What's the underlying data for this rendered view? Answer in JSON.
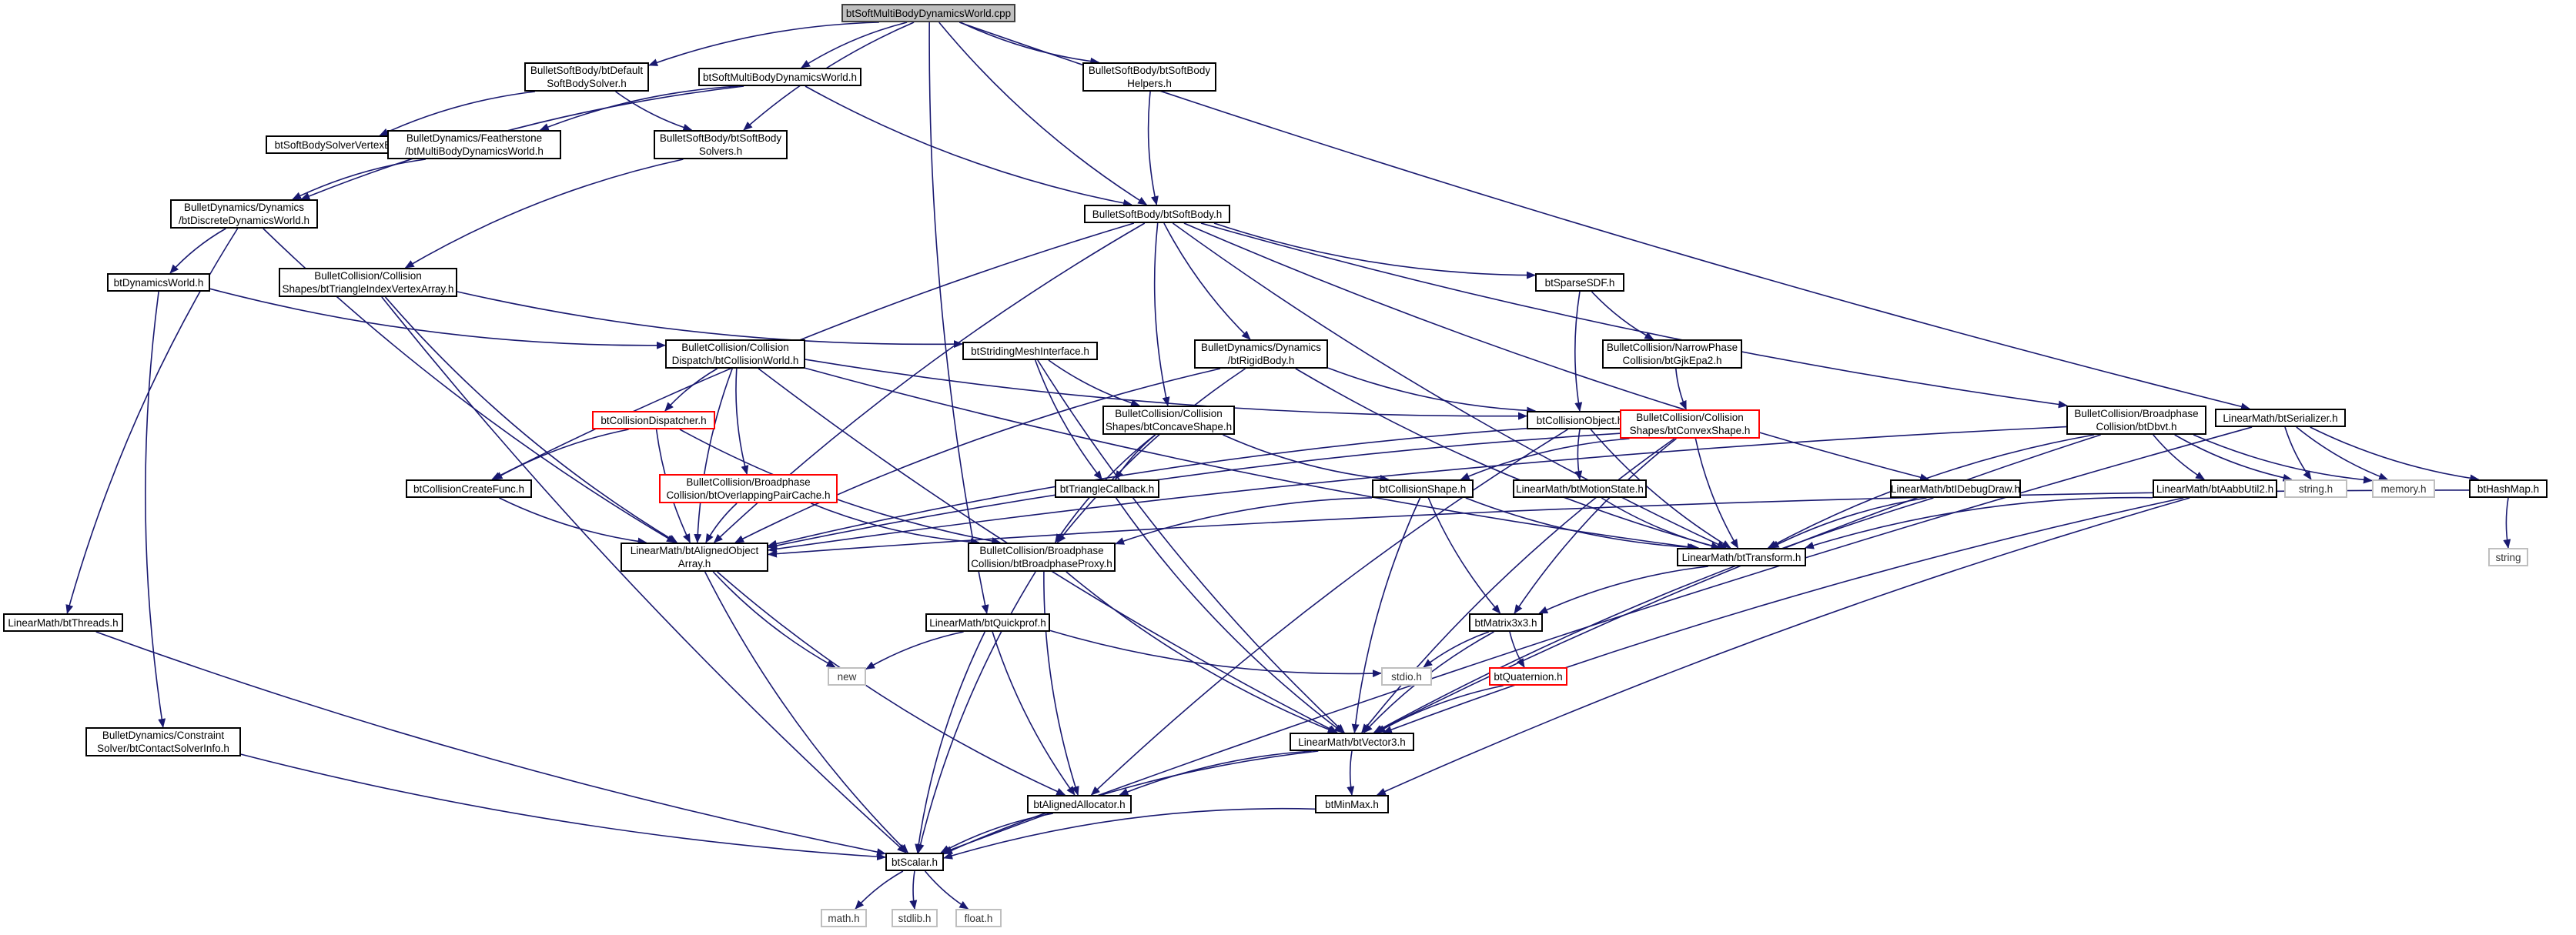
{
  "diagram": {
    "type": "include-dependency-graph",
    "colors": {
      "edge": "#191970",
      "root_fill": "#bfbfbf",
      "border": "#000000",
      "truncated_border": "#ff0000",
      "external_border": "#bfbfbf"
    },
    "nodes": [
      {
        "id": "root",
        "lines": [
          "btSoftMultiBodyDynamicsWorld.cpp"
        ],
        "style": "root"
      },
      {
        "id": "default_solver",
        "lines": [
          "BulletSoftBody/btDefault",
          "SoftBodySolver.h"
        ],
        "style": "normal"
      },
      {
        "id": "smbdw_h",
        "lines": [
          "btSoftMultiBodyDynamicsWorld.h"
        ],
        "style": "normal"
      },
      {
        "id": "helpers",
        "lines": [
          "BulletSoftBody/btSoftBody",
          "Helpers.h"
        ],
        "style": "normal"
      },
      {
        "id": "serializer",
        "lines": [
          "LinearMath/btSerializer.h"
        ],
        "style": "normal"
      },
      {
        "id": "vertex_buffer",
        "lines": [
          "btSoftBodySolverVertexBuffer.h"
        ],
        "style": "normal"
      },
      {
        "id": "mbdw",
        "lines": [
          "BulletDynamics/Featherstone",
          "/btMultiBodyDynamicsWorld.h"
        ],
        "style": "normal"
      },
      {
        "id": "sb_solvers",
        "lines": [
          "BulletSoftBody/btSoftBody",
          "Solvers.h"
        ],
        "style": "normal"
      },
      {
        "id": "ddw",
        "lines": [
          "BulletDynamics/Dynamics",
          "/btDiscreteDynamicsWorld.h"
        ],
        "style": "normal"
      },
      {
        "id": "softbody",
        "lines": [
          "BulletSoftBody/btSoftBody.h"
        ],
        "style": "normal"
      },
      {
        "id": "dynworld",
        "lines": [
          "btDynamicsWorld.h"
        ],
        "style": "normal"
      },
      {
        "id": "tiva",
        "lines": [
          "BulletCollision/Collision",
          "Shapes/btTriangleIndexVertexArray.h"
        ],
        "style": "normal"
      },
      {
        "id": "sparsesdf",
        "lines": [
          "btSparseSDF.h"
        ],
        "style": "normal"
      },
      {
        "id": "colworld",
        "lines": [
          "BulletCollision/Collision",
          "Dispatch/btCollisionWorld.h"
        ],
        "style": "normal"
      },
      {
        "id": "smi",
        "lines": [
          "btStridingMeshInterface.h"
        ],
        "style": "normal"
      },
      {
        "id": "rigidbody",
        "lines": [
          "BulletDynamics/Dynamics",
          "/btRigidBody.h"
        ],
        "style": "normal"
      },
      {
        "id": "gjkepa2",
        "lines": [
          "BulletCollision/NarrowPhase",
          "Collision/btGjkEpa2.h"
        ],
        "style": "normal"
      },
      {
        "id": "dispatcher",
        "lines": [
          "btCollisionDispatcher.h"
        ],
        "style": "truncated"
      },
      {
        "id": "concave",
        "lines": [
          "BulletCollision/Collision",
          "Shapes/btConcaveShape.h"
        ],
        "style": "normal"
      },
      {
        "id": "colobject",
        "lines": [
          "btCollisionObject.h"
        ],
        "style": "normal"
      },
      {
        "id": "convex",
        "lines": [
          "BulletCollision/Collision",
          "Shapes/btConvexShape.h"
        ],
        "style": "truncated"
      },
      {
        "id": "dbvt",
        "lines": [
          "BulletCollision/Broadphase",
          "Collision/btDbvt.h"
        ],
        "style": "normal"
      },
      {
        "id": "createfunc",
        "lines": [
          "btCollisionCreateFunc.h"
        ],
        "style": "normal"
      },
      {
        "id": "opc",
        "lines": [
          "BulletCollision/Broadphase",
          "Collision/btOverlappingPairCache.h"
        ],
        "style": "truncated"
      },
      {
        "id": "tricallback",
        "lines": [
          "btTriangleCallback.h"
        ],
        "style": "normal"
      },
      {
        "id": "colshape",
        "lines": [
          "btCollisionShape.h"
        ],
        "style": "normal"
      },
      {
        "id": "motionstate",
        "lines": [
          "LinearMath/btMotionState.h"
        ],
        "style": "normal"
      },
      {
        "id": "debugdraw",
        "lines": [
          "LinearMath/btIDebugDraw.h"
        ],
        "style": "normal"
      },
      {
        "id": "aabbutil",
        "lines": [
          "LinearMath/btAabbUtil2.h"
        ],
        "style": "normal"
      },
      {
        "id": "string_h",
        "lines": [
          "string.h"
        ],
        "style": "external"
      },
      {
        "id": "memory_h",
        "lines": [
          "memory.h"
        ],
        "style": "external"
      },
      {
        "id": "hashmap",
        "lines": [
          "btHashMap.h"
        ],
        "style": "normal"
      },
      {
        "id": "aoa",
        "lines": [
          "LinearMath/btAlignedObject",
          "Array.h"
        ],
        "style": "normal"
      },
      {
        "id": "bproxy",
        "lines": [
          "BulletCollision/Broadphase",
          "Collision/btBroadphaseProxy.h"
        ],
        "style": "normal"
      },
      {
        "id": "transform",
        "lines": [
          "LinearMath/btTransform.h"
        ],
        "style": "normal"
      },
      {
        "id": "string",
        "lines": [
          "string"
        ],
        "style": "external"
      },
      {
        "id": "threads",
        "lines": [
          "LinearMath/btThreads.h"
        ],
        "style": "normal"
      },
      {
        "id": "quickprof",
        "lines": [
          "LinearMath/btQuickprof.h"
        ],
        "style": "normal"
      },
      {
        "id": "matrix3x3",
        "lines": [
          "btMatrix3x3.h"
        ],
        "style": "normal"
      },
      {
        "id": "new",
        "lines": [
          "new"
        ],
        "style": "external"
      },
      {
        "id": "stdio_h",
        "lines": [
          "stdio.h"
        ],
        "style": "external"
      },
      {
        "id": "quaternion",
        "lines": [
          "btQuaternion.h"
        ],
        "style": "truncated"
      },
      {
        "id": "csi",
        "lines": [
          "BulletDynamics/Constraint",
          "Solver/btContactSolverInfo.h"
        ],
        "style": "normal"
      },
      {
        "id": "vector3",
        "lines": [
          "LinearMath/btVector3.h"
        ],
        "style": "normal"
      },
      {
        "id": "alloc",
        "lines": [
          "btAlignedAllocator.h"
        ],
        "style": "normal"
      },
      {
        "id": "minmax",
        "lines": [
          "btMinMax.h"
        ],
        "style": "normal"
      },
      {
        "id": "scalar",
        "lines": [
          "btScalar.h"
        ],
        "style": "normal"
      },
      {
        "id": "math_h",
        "lines": [
          "math.h"
        ],
        "style": "external"
      },
      {
        "id": "stdlib_h",
        "lines": [
          "stdlib.h"
        ],
        "style": "external"
      },
      {
        "id": "float_h",
        "lines": [
          "float.h"
        ],
        "style": "external"
      }
    ],
    "edges": [
      [
        "root",
        "default_solver"
      ],
      [
        "root",
        "smbdw_h"
      ],
      [
        "root",
        "helpers"
      ],
      [
        "root",
        "serializer"
      ],
      [
        "root",
        "sb_solvers"
      ],
      [
        "root",
        "softbody"
      ],
      [
        "root",
        "quickprof"
      ],
      [
        "default_solver",
        "vertex_buffer"
      ],
      [
        "default_solver",
        "sb_solvers"
      ],
      [
        "smbdw_h",
        "mbdw"
      ],
      [
        "smbdw_h",
        "ddw"
      ],
      [
        "smbdw_h",
        "softbody"
      ],
      [
        "helpers",
        "softbody"
      ],
      [
        "mbdw",
        "ddw"
      ],
      [
        "sb_solvers",
        "tiva"
      ],
      [
        "ddw",
        "dynworld"
      ],
      [
        "ddw",
        "threads"
      ],
      [
        "ddw",
        "aoa"
      ],
      [
        "dynworld",
        "colworld"
      ],
      [
        "dynworld",
        "csi"
      ],
      [
        "softbody",
        "sparsesdf"
      ],
      [
        "softbody",
        "rigidbody"
      ],
      [
        "softbody",
        "concave"
      ],
      [
        "softbody",
        "createfunc"
      ],
      [
        "softbody",
        "aoa"
      ],
      [
        "softbody",
        "transform"
      ],
      [
        "softbody",
        "debugdraw"
      ],
      [
        "softbody",
        "dbvt"
      ],
      [
        "tiva",
        "smi"
      ],
      [
        "tiva",
        "aoa"
      ],
      [
        "tiva",
        "scalar"
      ],
      [
        "sparsesdf",
        "gjkepa2"
      ],
      [
        "sparsesdf",
        "colobject"
      ],
      [
        "gjkepa2",
        "convex"
      ],
      [
        "colworld",
        "dispatcher"
      ],
      [
        "colworld",
        "opc"
      ],
      [
        "colworld",
        "colobject"
      ],
      [
        "colworld",
        "aoa"
      ],
      [
        "colworld",
        "vector3"
      ],
      [
        "colworld",
        "transform"
      ],
      [
        "smi",
        "tricallback"
      ],
      [
        "smi",
        "concave"
      ],
      [
        "smi",
        "vector3"
      ],
      [
        "rigidbody",
        "colobject"
      ],
      [
        "rigidbody",
        "transform"
      ],
      [
        "rigidbody",
        "aoa"
      ],
      [
        "rigidbody",
        "bproxy"
      ],
      [
        "dispatcher",
        "createfunc"
      ],
      [
        "dispatcher",
        "aoa"
      ],
      [
        "dispatcher",
        "bproxy"
      ],
      [
        "concave",
        "colshape"
      ],
      [
        "concave",
        "tricallback"
      ],
      [
        "concave",
        "bproxy"
      ],
      [
        "colobject",
        "motionstate"
      ],
      [
        "colobject",
        "transform"
      ],
      [
        "colobject",
        "aoa"
      ],
      [
        "colobject",
        "alloc"
      ],
      [
        "convex",
        "colshape"
      ],
      [
        "convex",
        "transform"
      ],
      [
        "convex",
        "matrix3x3"
      ],
      [
        "convex",
        "vector3"
      ],
      [
        "convex",
        "aoa"
      ],
      [
        "dbvt",
        "aabbutil"
      ],
      [
        "dbvt",
        "string_h"
      ],
      [
        "dbvt",
        "memory_h"
      ],
      [
        "dbvt",
        "transform"
      ],
      [
        "dbvt",
        "vector3"
      ],
      [
        "dbvt",
        "aoa"
      ],
      [
        "serializer",
        "string_h"
      ],
      [
        "serializer",
        "memory_h"
      ],
      [
        "serializer",
        "hashmap"
      ],
      [
        "serializer",
        "scalar"
      ],
      [
        "hashmap",
        "string"
      ],
      [
        "hashmap",
        "aoa"
      ],
      [
        "createfunc",
        "aoa"
      ],
      [
        "opc",
        "aoa"
      ],
      [
        "opc",
        "bproxy"
      ],
      [
        "tricallback",
        "vector3"
      ],
      [
        "colshape",
        "transform"
      ],
      [
        "colshape",
        "matrix3x3"
      ],
      [
        "colshape",
        "vector3"
      ],
      [
        "colshape",
        "bproxy"
      ],
      [
        "motionstate",
        "transform"
      ],
      [
        "debugdraw",
        "transform"
      ],
      [
        "debugdraw",
        "vector3"
      ],
      [
        "aabbutil",
        "transform"
      ],
      [
        "aabbutil",
        "vector3"
      ],
      [
        "aabbutil",
        "minmax"
      ],
      [
        "aoa",
        "new"
      ],
      [
        "aoa",
        "alloc"
      ],
      [
        "aoa",
        "scalar"
      ],
      [
        "bproxy",
        "vector3"
      ],
      [
        "bproxy",
        "alloc"
      ],
      [
        "bproxy",
        "scalar"
      ],
      [
        "transform",
        "matrix3x3"
      ],
      [
        "threads",
        "scalar"
      ],
      [
        "quickprof",
        "new"
      ],
      [
        "quickprof",
        "stdio_h"
      ],
      [
        "quickprof",
        "alloc"
      ],
      [
        "quickprof",
        "scalar"
      ],
      [
        "matrix3x3",
        "stdio_h"
      ],
      [
        "matrix3x3",
        "quaternion"
      ],
      [
        "matrix3x3",
        "vector3"
      ],
      [
        "quaternion",
        "vector3"
      ],
      [
        "csi",
        "scalar"
      ],
      [
        "vector3",
        "alloc"
      ],
      [
        "vector3",
        "minmax"
      ],
      [
        "vector3",
        "scalar"
      ],
      [
        "alloc",
        "scalar"
      ],
      [
        "minmax",
        "scalar"
      ],
      [
        "scalar",
        "math_h"
      ],
      [
        "scalar",
        "stdlib_h"
      ],
      [
        "scalar",
        "float_h"
      ]
    ]
  }
}
